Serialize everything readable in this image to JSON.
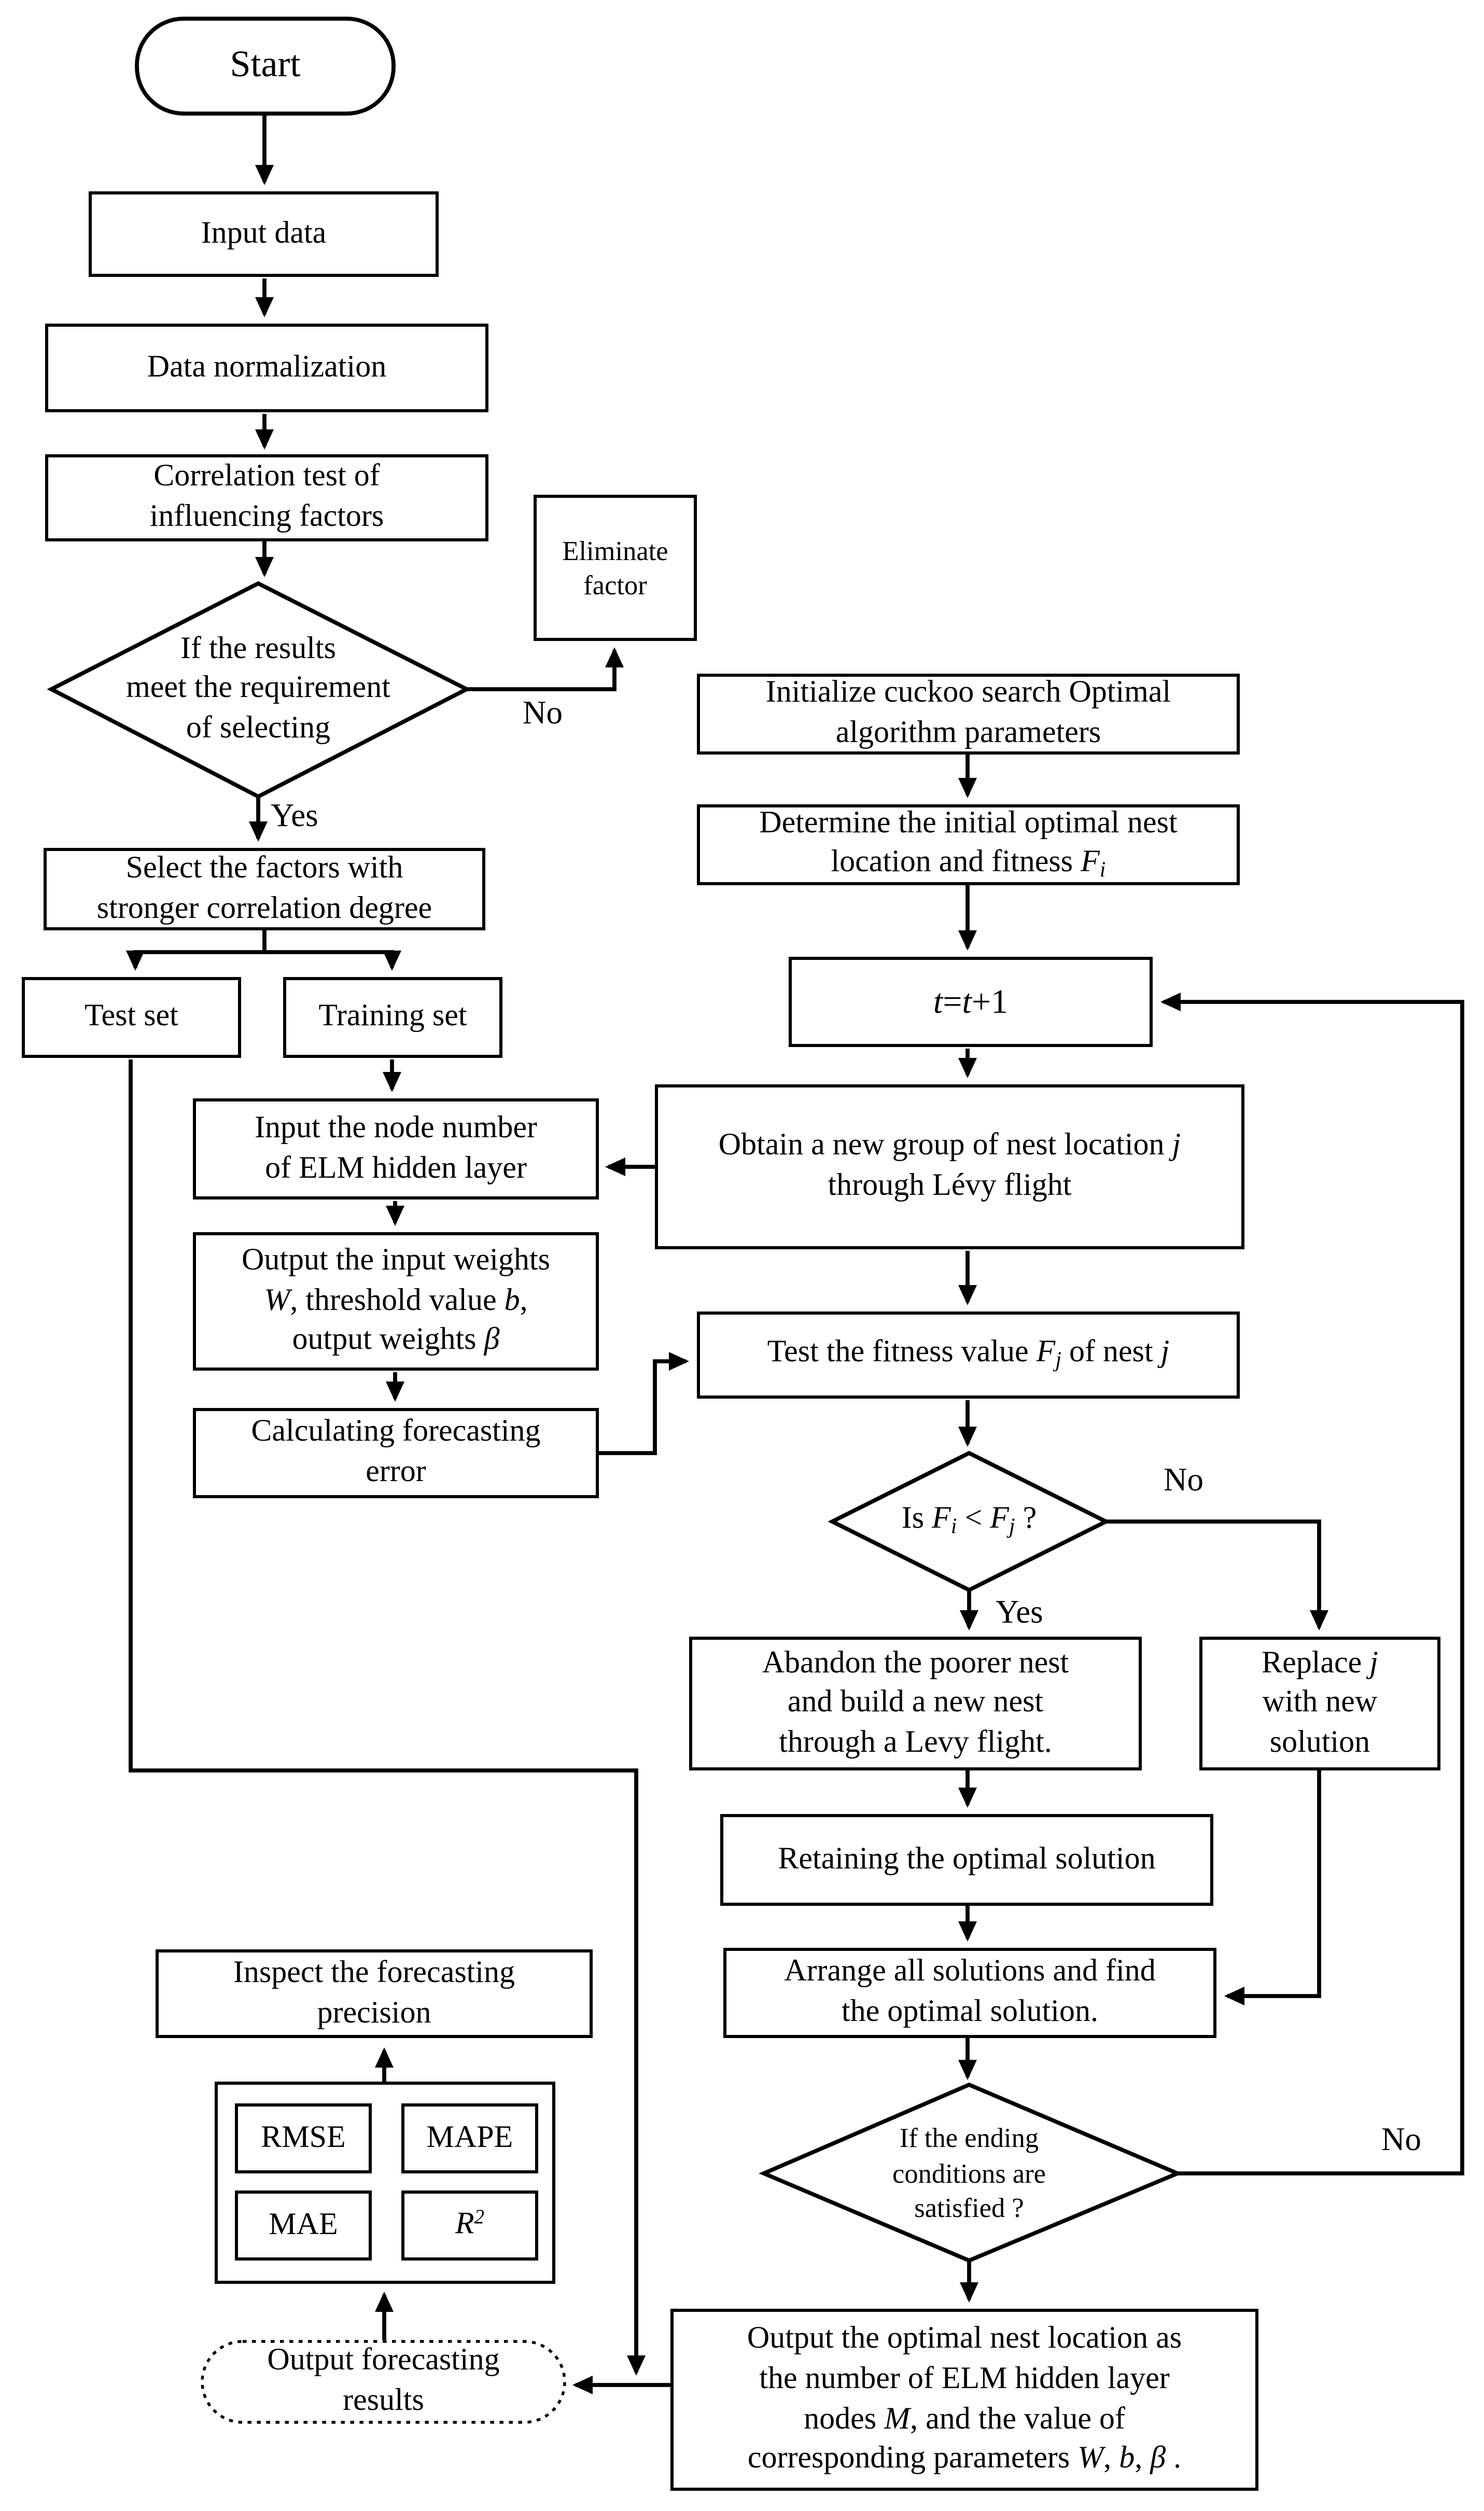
{
  "diagram": {
    "stroke_color": "#000000",
    "fill_color": "#ffffff"
  },
  "nodes": {
    "start": {
      "shape": "terminator",
      "lines": [
        [
          {
            "t": "Start"
          }
        ]
      ]
    },
    "input_data": {
      "shape": "process",
      "lines": [
        [
          {
            "t": "Input data"
          }
        ]
      ]
    },
    "data_normalization": {
      "shape": "process",
      "lines": [
        [
          {
            "t": "Data normalization"
          }
        ]
      ]
    },
    "correlation_test": {
      "shape": "process",
      "lines": [
        [
          {
            "t": "Correlation test of"
          }
        ],
        [
          {
            "t": "influencing factors"
          }
        ]
      ]
    },
    "eliminate_factor": {
      "shape": "process",
      "lines": [
        [
          {
            "t": "Eliminate"
          }
        ],
        [
          {
            "t": "factor"
          }
        ]
      ]
    },
    "decision_select": {
      "shape": "decision",
      "lines": [
        [
          {
            "t": "If the results"
          }
        ],
        [
          {
            "t": "meet the requirement"
          }
        ],
        [
          {
            "t": "of selecting"
          }
        ]
      ]
    },
    "select_factors": {
      "shape": "process",
      "lines": [
        [
          {
            "t": "Select the factors with"
          }
        ],
        [
          {
            "t": "stronger correlation degree"
          }
        ]
      ]
    },
    "test_set": {
      "shape": "process",
      "lines": [
        [
          {
            "t": "Test set"
          }
        ]
      ]
    },
    "training_set": {
      "shape": "process",
      "lines": [
        [
          {
            "t": "Training set"
          }
        ]
      ]
    },
    "init_cuckoo": {
      "shape": "process",
      "lines": [
        [
          {
            "t": "Initialize cuckoo search Optimal"
          }
        ],
        [
          {
            "t": "algorithm parameters"
          }
        ]
      ]
    },
    "determine_nest": {
      "shape": "process",
      "lines": [
        [
          {
            "t": "Determine the initial optimal nest"
          }
        ],
        [
          {
            "t": "location and fitness "
          },
          {
            "t": "F",
            "i": true
          },
          {
            "t": "i",
            "i": true,
            "sub": true
          }
        ]
      ]
    },
    "t_update": {
      "shape": "process",
      "lines": [
        [
          {
            "t": "t",
            "i": true
          },
          {
            "t": "="
          },
          {
            "t": "t",
            "i": true
          },
          {
            "t": "+1"
          }
        ]
      ]
    },
    "obtain_group": {
      "shape": "process",
      "lines": [
        [
          {
            "t": "Obtain a new group of nest location "
          },
          {
            "t": "j",
            "i": true
          }
        ],
        [
          {
            "t": "through Lévy flight"
          }
        ]
      ]
    },
    "input_node": {
      "shape": "process",
      "lines": [
        [
          {
            "t": "Input the node number"
          }
        ],
        [
          {
            "t": "of ELM hidden layer"
          }
        ]
      ]
    },
    "output_weights": {
      "shape": "process",
      "lines": [
        [
          {
            "t": "Output the input weights"
          }
        ],
        [
          {
            "t": "W",
            "i": true
          },
          {
            "t": ", threshold value "
          },
          {
            "t": "b",
            "i": true
          },
          {
            "t": ","
          }
        ],
        [
          {
            "t": "output weights "
          },
          {
            "t": "β",
            "i": true
          }
        ]
      ]
    },
    "test_fitness": {
      "shape": "process",
      "lines": [
        [
          {
            "t": "Test the fitness value "
          },
          {
            "t": "F",
            "i": true
          },
          {
            "t": "j",
            "i": true,
            "sub": true
          },
          {
            "t": " of nest "
          },
          {
            "t": "j",
            "i": true
          }
        ]
      ]
    },
    "calc_error": {
      "shape": "process",
      "lines": [
        [
          {
            "t": "Calculating forecasting"
          }
        ],
        [
          {
            "t": "error"
          }
        ]
      ]
    },
    "decision_fifj": {
      "shape": "decision",
      "lines": [
        [
          {
            "t": "Is "
          },
          {
            "t": "F",
            "i": true
          },
          {
            "t": "i",
            "i": true,
            "sub": true
          },
          {
            "t": " < "
          },
          {
            "t": "F",
            "i": true
          },
          {
            "t": "j",
            "i": true,
            "sub": true
          },
          {
            "t": " ?"
          }
        ]
      ]
    },
    "abandon": {
      "shape": "process",
      "lines": [
        [
          {
            "t": "Abandon the poorer nest"
          }
        ],
        [
          {
            "t": "and build a new nest"
          }
        ],
        [
          {
            "t": "through a Levy flight."
          }
        ]
      ]
    },
    "replace_j": {
      "shape": "process",
      "lines": [
        [
          {
            "t": "Replace "
          },
          {
            "t": "j",
            "i": true
          }
        ],
        [
          {
            "t": "with new"
          }
        ],
        [
          {
            "t": "solution"
          }
        ]
      ]
    },
    "retaining": {
      "shape": "process",
      "lines": [
        [
          {
            "t": "Retaining the optimal solution"
          }
        ]
      ]
    },
    "arrange": {
      "shape": "process",
      "lines": [
        [
          {
            "t": "Arrange all solutions and find"
          }
        ],
        [
          {
            "t": "the optimal solution."
          }
        ]
      ]
    },
    "decision_end": {
      "shape": "decision",
      "lines": [
        [
          {
            "t": "If the ending"
          }
        ],
        [
          {
            "t": "conditions are"
          }
        ],
        [
          {
            "t": "satisfied ?"
          }
        ]
      ]
    },
    "output_optimal": {
      "shape": "process",
      "lines": [
        [
          {
            "t": "Output the optimal nest location as"
          }
        ],
        [
          {
            "t": "the number of ELM hidden layer"
          }
        ],
        [
          {
            "t": "nodes "
          },
          {
            "t": "M",
            "i": true
          },
          {
            "t": ", and the value of"
          }
        ],
        [
          {
            "t": "corresponding parameters "
          },
          {
            "t": "W",
            "i": true
          },
          {
            "t": ", "
          },
          {
            "t": "b",
            "i": true
          },
          {
            "t": ",  "
          },
          {
            "t": "β",
            "i": true
          },
          {
            "t": " ."
          }
        ]
      ]
    },
    "inspect": {
      "shape": "process",
      "lines": [
        [
          {
            "t": "Inspect the forecasting"
          }
        ],
        [
          {
            "t": "precision"
          }
        ]
      ]
    },
    "rmse": {
      "shape": "process",
      "lines": [
        [
          {
            "t": "RMSE"
          }
        ]
      ]
    },
    "mape": {
      "shape": "process",
      "lines": [
        [
          {
            "t": "MAPE"
          }
        ]
      ]
    },
    "mae": {
      "shape": "process",
      "lines": [
        [
          {
            "t": "MAE"
          }
        ]
      ]
    },
    "r2": {
      "shape": "process",
      "lines": [
        [
          {
            "t": "R",
            "i": true
          },
          {
            "t": "2",
            "i": true,
            "sup": true
          }
        ]
      ]
    },
    "output_results": {
      "shape": "terminator-dashed",
      "lines": [
        [
          {
            "t": "Output forecasting"
          }
        ],
        [
          {
            "t": "results"
          }
        ]
      ]
    }
  },
  "labels": {
    "no_select": "No",
    "yes_select": "Yes",
    "no_fifj": "No",
    "yes_fifj": "Yes",
    "no_end": "No"
  }
}
